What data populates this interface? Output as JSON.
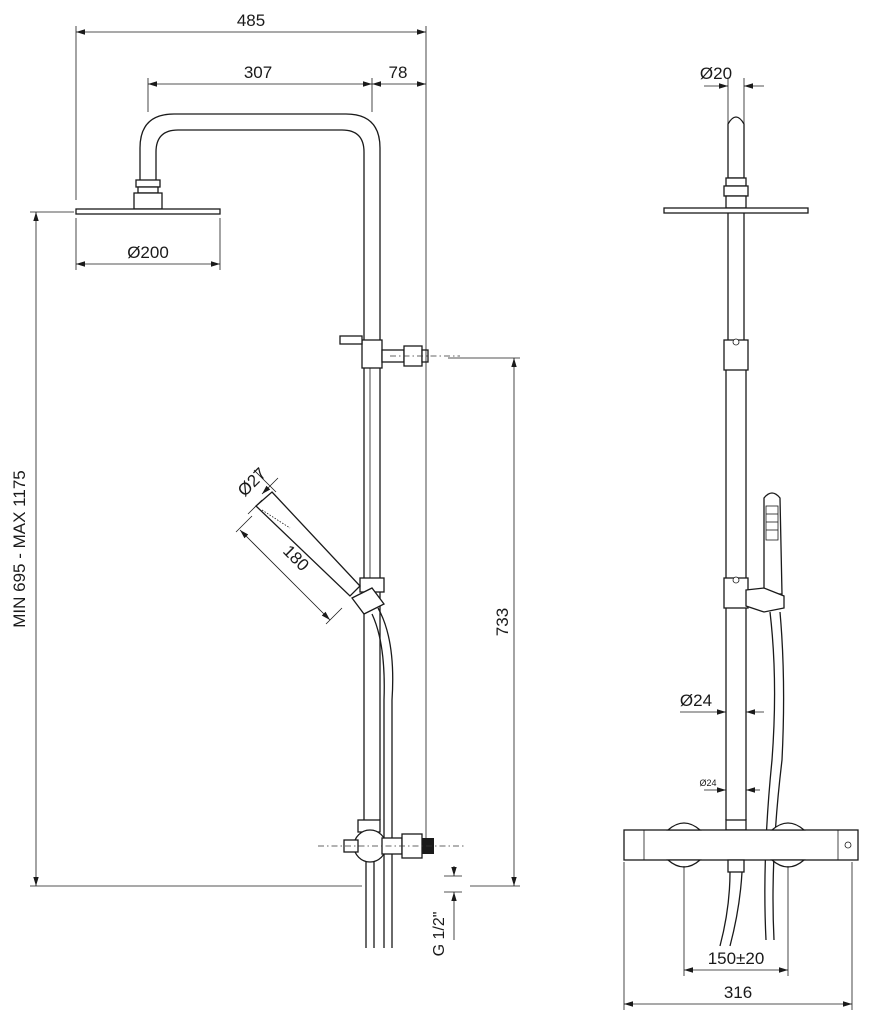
{
  "dimensions": {
    "total_width": "485",
    "arm_length": "307",
    "arm_offset": "78",
    "head_diameter": "Ø200",
    "height_range": "MIN 695 - MAX 1175",
    "handshower_diameter": "Ø27",
    "handshower_length": "180",
    "bar_height": "733",
    "thread": "G 1/2\"",
    "side_top_diameter": "Ø20",
    "pipe_diameter": "Ø24",
    "pipe_diameter_small": "Ø24",
    "center_distance": "150±20",
    "mixer_width": "316"
  },
  "colors": {
    "stroke": "#1a1a1a",
    "background": "#ffffff"
  }
}
